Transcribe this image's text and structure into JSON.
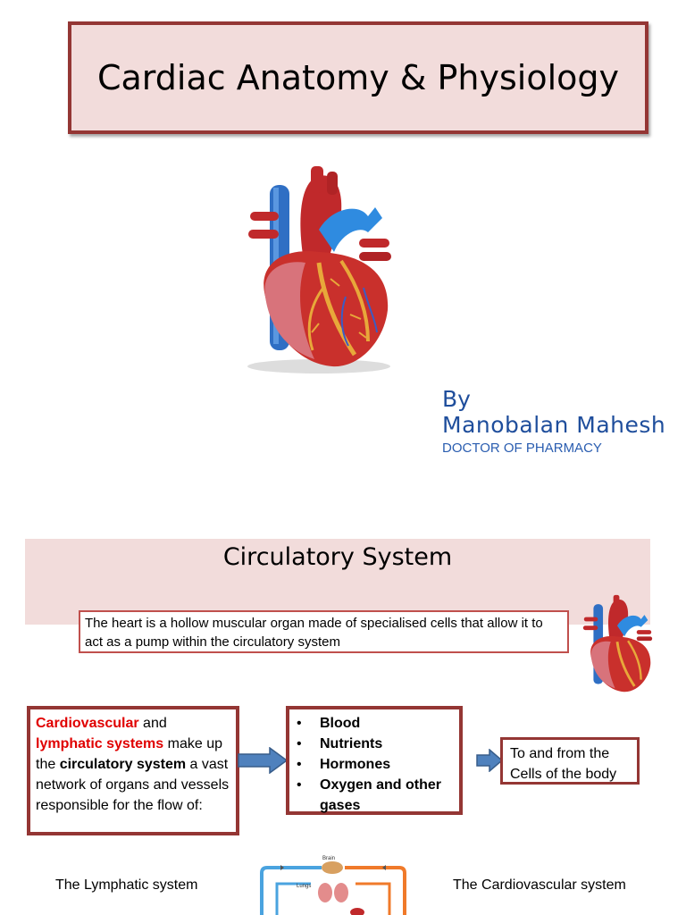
{
  "title": "Cardiac Anatomy & Physiology",
  "author": {
    "by": "By",
    "name": "Manobalan  Mahesh",
    "credential": "DOCTOR OF PHARMACY"
  },
  "section": {
    "title": "Circulatory System",
    "definition": "The heart is a hollow muscular organ made of specialised cells that allow it to act as a pump within the circulatory system"
  },
  "left_box": {
    "part1": "Cardiovascular",
    "part2": " and",
    "part3": "lymphatic systems",
    "part4": " make up",
    "part5": " the ",
    "part6": "circulatory system",
    "part7": " a vast network of organs and vessels responsible for the flow of:"
  },
  "mid_box": {
    "items": [
      "Blood",
      "Nutrients",
      "Hormones",
      "Oxygen and other gases"
    ]
  },
  "right_box": {
    "text": "To and from the Cells of the body"
  },
  "bottom": {
    "left_label": "The Lymphatic system",
    "right_label": "The Cardiovascular system",
    "diagram_brain": "Brain",
    "diagram_lungs": "Lungs"
  },
  "colors": {
    "accent_border": "#943634",
    "title_fill": "#f2dcdb",
    "author_blue": "#1f4e9c",
    "arrow_blue": "#4f81bd",
    "highlight_red": "#e00000"
  }
}
